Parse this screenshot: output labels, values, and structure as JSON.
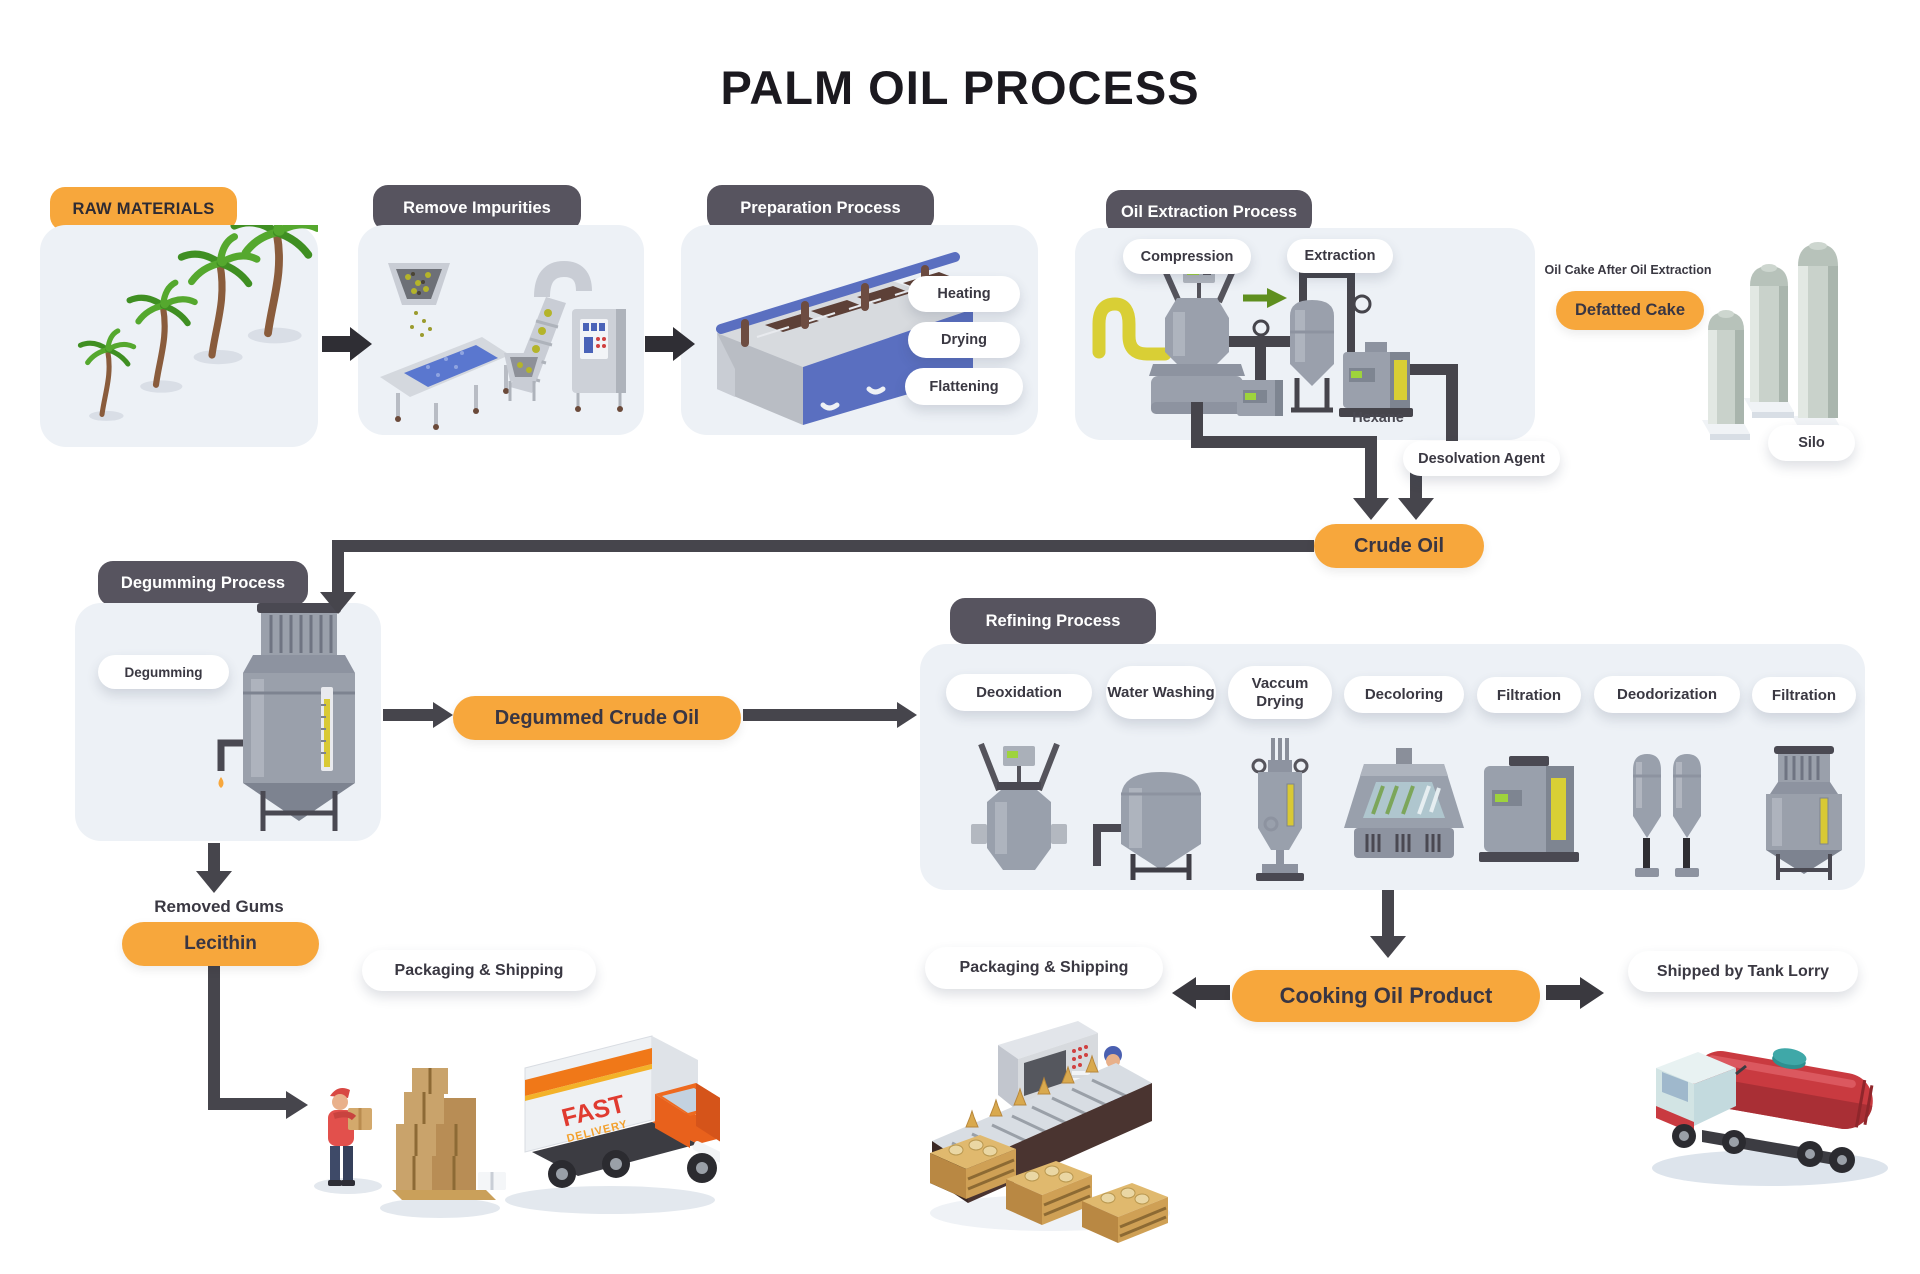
{
  "title": "PALM OIL PROCESS",
  "colors": {
    "accent_orange": "#F7A73C",
    "header_dark": "#57545F",
    "panel_bg": "#EDF1F6",
    "connector": "#46454C"
  },
  "raw_materials": {
    "header": "RAW MATERIALS"
  },
  "remove_impurities": {
    "header": "Remove Impurities"
  },
  "preparation": {
    "header": "Preparation Process",
    "steps": [
      "Heating",
      "Drying",
      "Flattening"
    ]
  },
  "extraction": {
    "header": "Oil Extraction Process",
    "compression": "Compression",
    "extraction": "Extraction",
    "hexane": "Hexane",
    "oil_cake_note": "Oil Cake After Oil Extraction",
    "defatted_cake": "Defatted Cake",
    "silo": "Silo",
    "desolvation_agent": "Desolvation Agent"
  },
  "crude_oil": "Crude Oil",
  "degumming": {
    "header": "Degumming Process",
    "step": "Degumming",
    "removed_gums": "Removed Gums",
    "lecithin": "Lecithin",
    "packaging": "Packaging & Shipping"
  },
  "degummed_crude_oil": "Degummed Crude Oil",
  "refining": {
    "header": "Refining Process",
    "steps": [
      "Deoxidation",
      "Water Washing",
      "Vaccum Drying",
      "Decoloring",
      "Filtration",
      "Deodorization",
      "Filtration"
    ]
  },
  "cooking": {
    "product": "Cooking Oil Product",
    "packaging": "Packaging & Shipping",
    "tank_lorry": "Shipped by Tank Lorry"
  },
  "delivery_truck": {
    "line1": "FAST",
    "line2": "DELIVERY"
  }
}
